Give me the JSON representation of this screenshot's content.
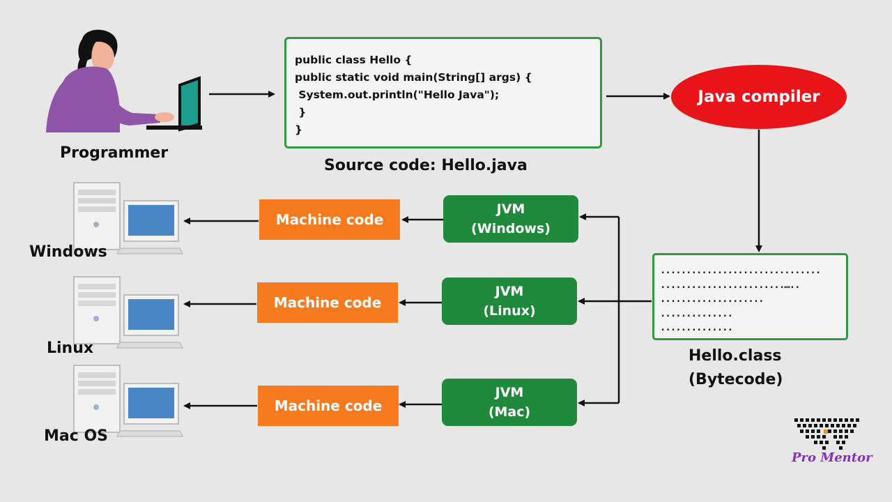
{
  "programmer": {
    "label": "Programmer"
  },
  "source": {
    "lines": [
      "public class Hello {",
      "public static void main(String[] args) {",
      " System.out.println(\"Hello Java\");",
      " }",
      "}"
    ],
    "caption": "Source code: Hello.java"
  },
  "compiler": {
    "label": "Java compiler"
  },
  "bytecode": {
    "lines": [
      "...............................",
      "........................…..",
      "....................",
      "..............",
      ".............."
    ],
    "caption_line1": "Hello.class",
    "caption_line2": "(Bytecode)"
  },
  "rows": [
    {
      "jvm_line1": "JVM",
      "jvm_line2": "(Windows)",
      "machine": "Machine code",
      "os": "Windows"
    },
    {
      "jvm_line1": "JVM",
      "jvm_line2": "(Linux)",
      "machine": "Machine code",
      "os": "Linux"
    },
    {
      "jvm_line1": "JVM",
      "jvm_line2": "(Mac)",
      "machine": "Machine code",
      "os": "Mac OS"
    }
  ],
  "watermark": {
    "text": "Pro Mentor"
  },
  "colors": {
    "background": "#e7e7e7",
    "box_border": "#2e9a43",
    "jvm": "#1f8a3b",
    "machine_code": "#f77a1f",
    "compiler": "#e8141a",
    "watermark": "#8a2cc4"
  }
}
